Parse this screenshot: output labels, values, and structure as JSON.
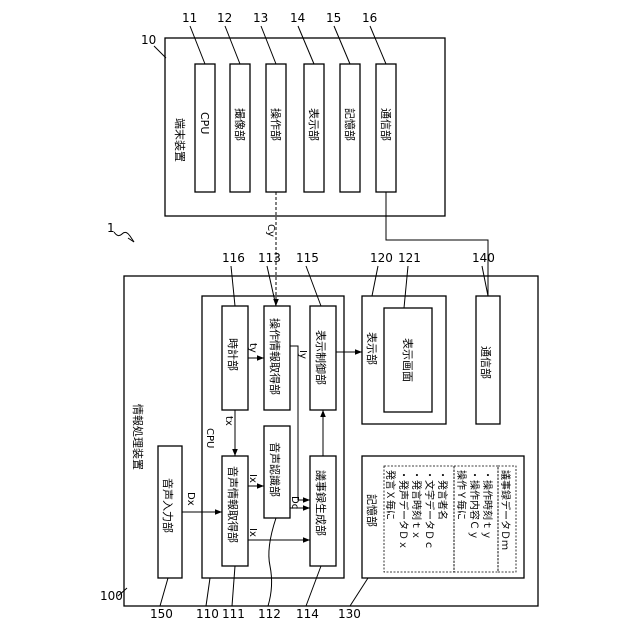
{
  "terminal": {
    "ref": "10",
    "title": "端末装置",
    "units": [
      {
        "ref": "11",
        "label": "CPU"
      },
      {
        "ref": "12",
        "label": "撮像部"
      },
      {
        "ref": "13",
        "label": "操作部"
      },
      {
        "ref": "14",
        "label": "表示部"
      },
      {
        "ref": "15",
        "label": "記憶部"
      },
      {
        "ref": "16",
        "label": "通信部"
      }
    ]
  },
  "system_ref": "1",
  "device": {
    "ref": "100",
    "title": "情報処理装置",
    "cpu": {
      "ref": "110",
      "title": "CPU"
    },
    "modules": {
      "clock": {
        "ref": "116",
        "label": "時計部"
      },
      "op_info": {
        "ref": "113",
        "label": "操作情報取得部"
      },
      "display_ctrl": {
        "ref": "115",
        "label": "表示制御部"
      },
      "voice_info": {
        "ref": "111",
        "label": "音声情報取得部"
      },
      "voice_recog": {
        "ref": "112",
        "label": "音声認識部"
      },
      "minutes_gen": {
        "ref": "114",
        "label": "議事録生成部"
      }
    },
    "voice_input": {
      "ref": "150",
      "label": "音声入力部"
    },
    "display": {
      "ref": "120",
      "label": "表示部",
      "screen_ref": "121",
      "screen_label": "表示画面"
    },
    "comm": {
      "ref": "140",
      "label": "通信部"
    },
    "storage": {
      "ref": "130",
      "title": "記憶部",
      "group1": [
        "発言Ｘ毎に",
        "・発声データＤｘ",
        "・発言時刻ｔｘ",
        "・文字データＤｃ",
        "・発言者名"
      ],
      "group2": [
        "操作Ｙ毎に",
        "・操作内容Ｃｙ",
        "・操作時刻ｔｙ"
      ],
      "group3": "議事録データＤｍ"
    }
  },
  "signals": {
    "dx": "Dx",
    "tx": "tx",
    "ty": "ty",
    "cy": "Cy",
    "ix1": "Ix",
    "ix2": "Ix",
    "dc": "Dc",
    "iy": "Iy"
  }
}
